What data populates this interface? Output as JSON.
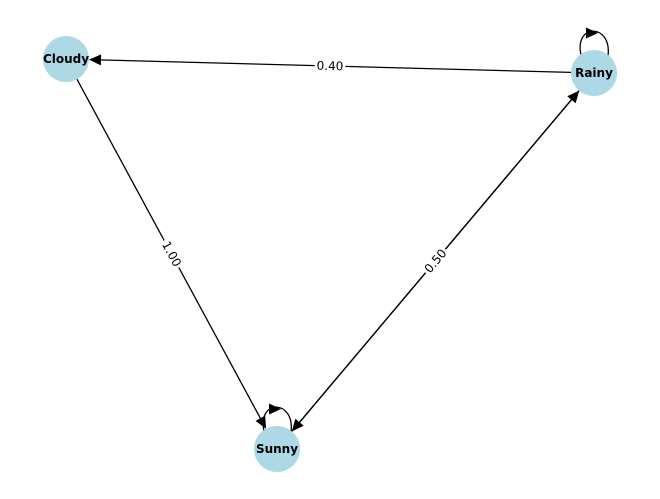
{
  "colors": {
    "node_fill": "#add8e6",
    "edge": "#000000",
    "label_bg": "#ffffff"
  },
  "nodes": [
    {
      "id": "cloudy",
      "label": "Cloudy"
    },
    {
      "id": "rainy",
      "label": "Rainy"
    },
    {
      "id": "sunny",
      "label": "Sunny"
    }
  ],
  "edges": [
    {
      "from": "rainy",
      "to": "cloudy",
      "label": "0.40"
    },
    {
      "from": "cloudy",
      "to": "sunny",
      "label": "1.00"
    },
    {
      "from": "sunny",
      "to": "rainy",
      "label": "0.50"
    },
    {
      "from": "rainy",
      "to": "sunny",
      "label": ""
    },
    {
      "from": "rainy",
      "to": "rainy",
      "label": ""
    },
    {
      "from": "sunny",
      "to": "sunny",
      "label": ""
    }
  ]
}
